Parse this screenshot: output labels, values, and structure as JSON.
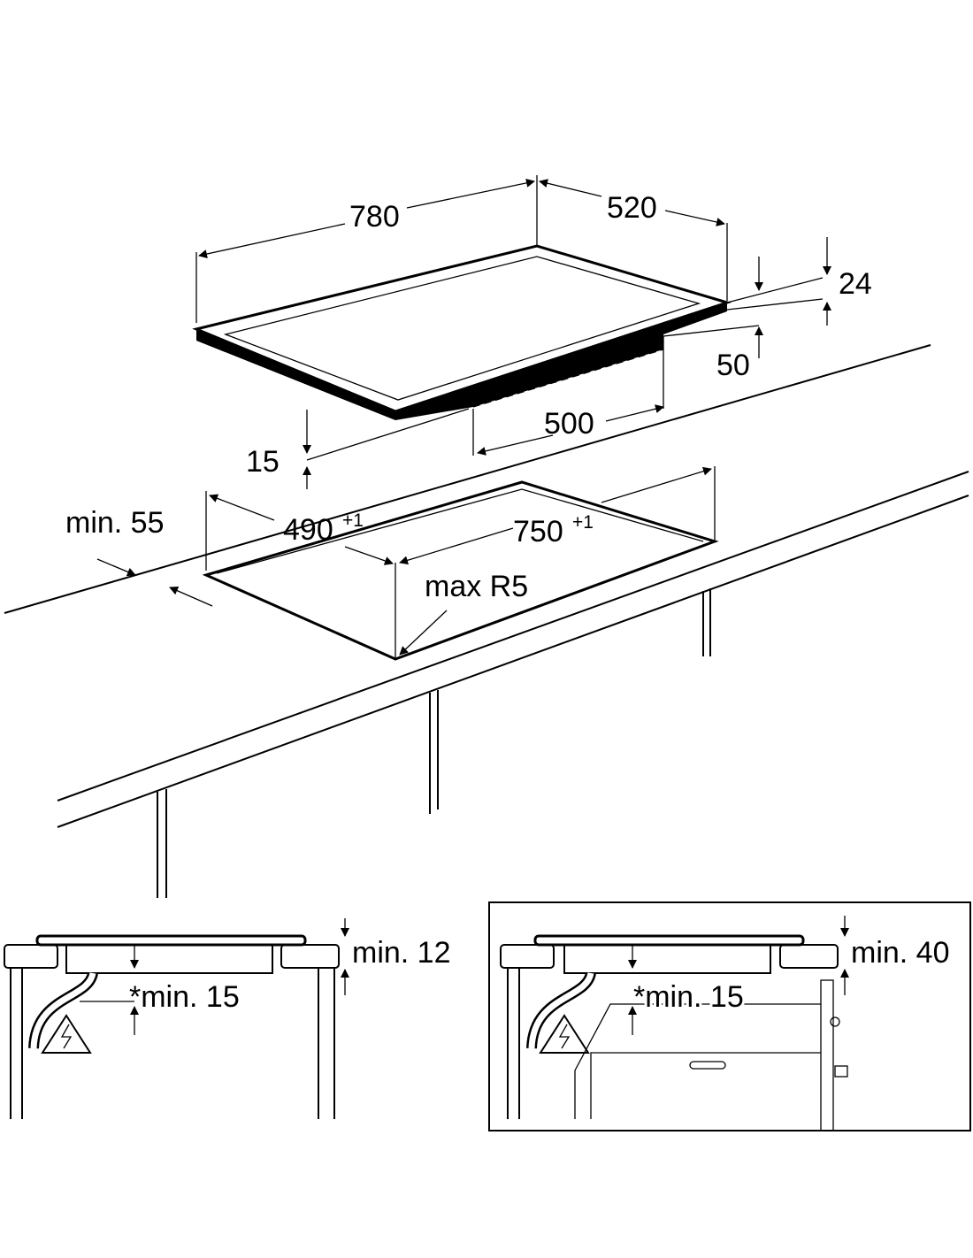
{
  "top_view": {
    "dim_width": "780",
    "dim_depth": "520",
    "dim_thickness": "24",
    "dim_unit_height": "50",
    "dim_unit_width": "500",
    "dim_gap": "15"
  },
  "cutout": {
    "dim_depth": "490",
    "dim_depth_tol": "+1",
    "dim_width": "750",
    "dim_width_tol": "+1",
    "min_front": "min. 55",
    "radius": "max R5"
  },
  "section_left": {
    "min_top": "min. 12",
    "min_below": "*min. 15"
  },
  "section_right": {
    "min_top": "min. 40",
    "min_below": "*min. 15"
  },
  "colors": {
    "line": "#000000",
    "background": "#ffffff"
  }
}
